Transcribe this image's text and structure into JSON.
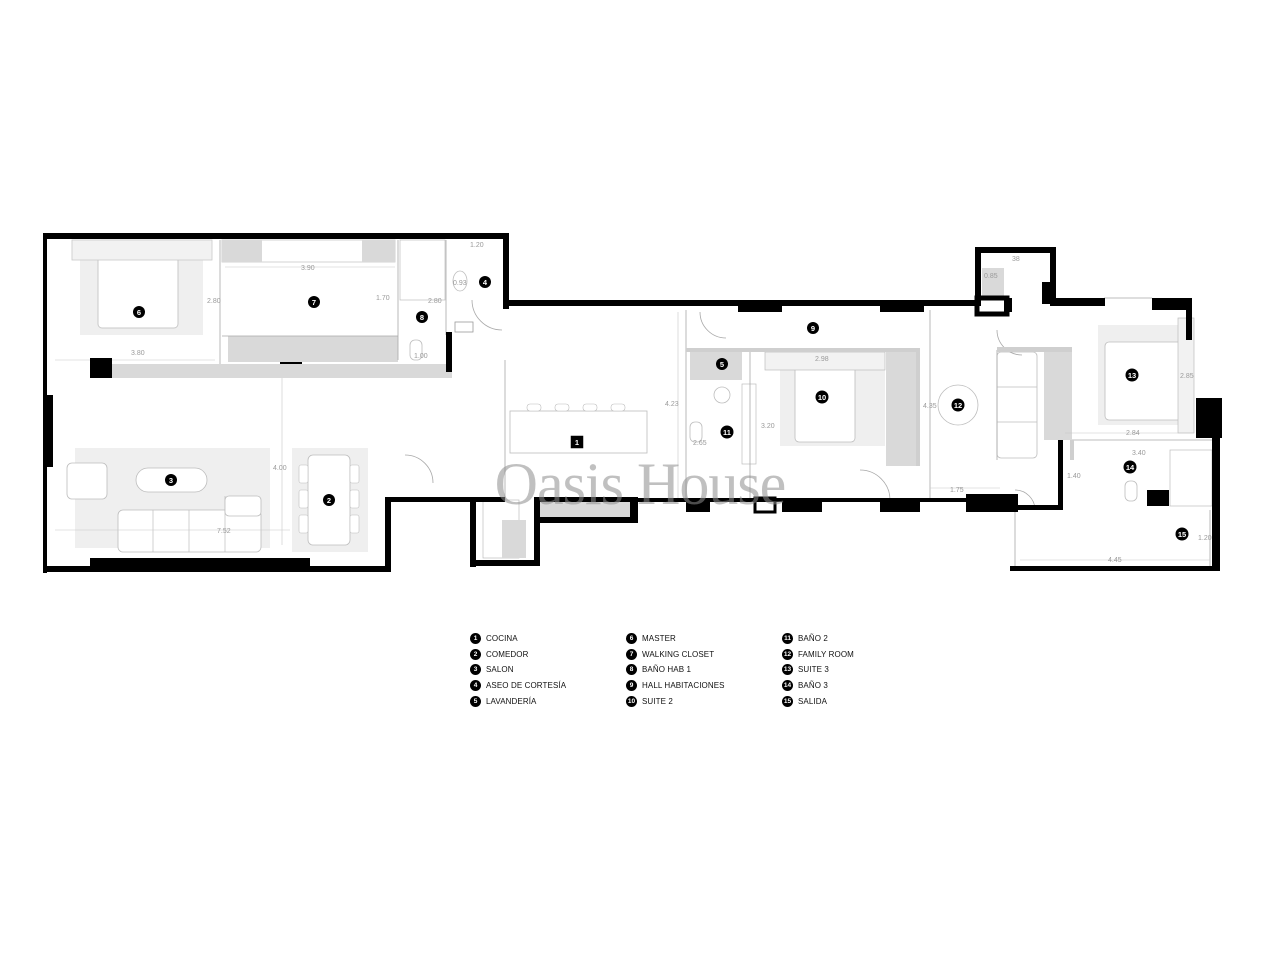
{
  "watermark": {
    "text": "Oasis House"
  },
  "room_markers": [
    {
      "id": "1",
      "name": "room-marker-cocina"
    },
    {
      "id": "2",
      "name": "room-marker-comedor"
    },
    {
      "id": "3",
      "name": "room-marker-salon"
    },
    {
      "id": "4",
      "name": "room-marker-aseo-de-cortesia"
    },
    {
      "id": "5",
      "name": "room-marker-lavanderia"
    },
    {
      "id": "6",
      "name": "room-marker-master"
    },
    {
      "id": "7",
      "name": "room-marker-walking-closet"
    },
    {
      "id": "8",
      "name": "room-marker-bano-hab-1"
    },
    {
      "id": "9",
      "name": "room-marker-hall-habitaciones"
    },
    {
      "id": "10",
      "name": "room-marker-suite-2"
    },
    {
      "id": "11",
      "name": "room-marker-bano-2"
    },
    {
      "id": "12",
      "name": "room-marker-family-room"
    },
    {
      "id": "13",
      "name": "room-marker-suite-3"
    },
    {
      "id": "14",
      "name": "room-marker-bano-3"
    },
    {
      "id": "15",
      "name": "room-marker-salida"
    }
  ],
  "dimensions": [
    {
      "name": "dim-master-width",
      "text": "3.80"
    },
    {
      "name": "dim-master-depth",
      "text": "2.80"
    },
    {
      "name": "dim-closet-width",
      "text": "3.90"
    },
    {
      "name": "dim-closet-depth",
      "text": "1.70"
    },
    {
      "name": "dim-bath1-top",
      "text": "1.20"
    },
    {
      "name": "dim-bath1-depth",
      "text": "2.80"
    },
    {
      "name": "dim-bath1-bottom",
      "text": "1.00"
    },
    {
      "name": "dim-aseo",
      "text": "0.93"
    },
    {
      "name": "dim-salon-depth",
      "text": "4.00"
    },
    {
      "name": "dim-salon-width",
      "text": "7.52"
    },
    {
      "name": "dim-kitchen-depth",
      "text": "4.23"
    },
    {
      "name": "dim-bath2-width",
      "text": "2.65"
    },
    {
      "name": "dim-bath2-depth",
      "text": "3.20"
    },
    {
      "name": "dim-suite2-width",
      "text": "2.98"
    },
    {
      "name": "dim-family-depth",
      "text": "4.35"
    },
    {
      "name": "dim-family-width",
      "text": "1.75"
    },
    {
      "name": "dim-niche-width",
      "text": "38"
    },
    {
      "name": "dim-niche-depth",
      "text": "0.85"
    },
    {
      "name": "dim-suite3-depth",
      "text": "2.85"
    },
    {
      "name": "dim-suite3-width",
      "text": "2.84"
    },
    {
      "name": "dim-bath3-width",
      "text": "3.40"
    },
    {
      "name": "dim-bath3-depth",
      "text": "1.40"
    },
    {
      "name": "dim-exit-depth",
      "text": "1.20"
    },
    {
      "name": "dim-exit-width",
      "text": "4.45"
    }
  ],
  "legend": [
    [
      {
        "num": "1",
        "label": "COCINA"
      },
      {
        "num": "2",
        "label": "COMEDOR"
      },
      {
        "num": "3",
        "label": "SALON"
      },
      {
        "num": "4",
        "label": "ASEO DE CORTESÍA"
      },
      {
        "num": "5",
        "label": "LAVANDERÍA"
      }
    ],
    [
      {
        "num": "6",
        "label": "MASTER"
      },
      {
        "num": "7",
        "label": "WALKING CLOSET"
      },
      {
        "num": "8",
        "label": "BAÑO HAB 1"
      },
      {
        "num": "9",
        "label": "HALL HABITACIONES"
      },
      {
        "num": "10",
        "label": "SUITE 2"
      }
    ],
    [
      {
        "num": "11",
        "label": "BAÑO 2"
      },
      {
        "num": "12",
        "label": "FAMILY ROOM"
      },
      {
        "num": "13",
        "label": "SUITE 3"
      },
      {
        "num": "14",
        "label": "BAÑO 3"
      },
      {
        "num": "15",
        "label": "SALIDA"
      }
    ]
  ]
}
